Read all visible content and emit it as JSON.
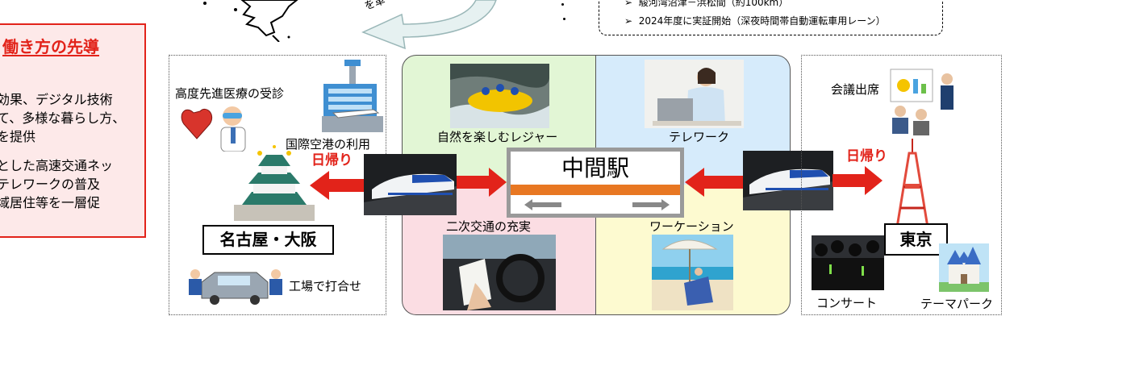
{
  "top": {
    "map_arrow_text": "を革",
    "bullets": [
      "駿河湾沼津－浜松間（約100km）",
      "2024年度に実証開始（深夜時間帯自動運転車用レーン）"
    ]
  },
  "left_panel": {
    "title": "働き方の先導",
    "lines": [
      "効果、デジタル技術",
      "て、多様な暮らし方、",
      "を提供",
      "とした高速交通ネッ",
      "テレワークの普及",
      "域居住等を一層促"
    ]
  },
  "nagoya_osaka": {
    "medical": "高度先進医療の受診",
    "airport": "国際空港の利用",
    "day_trip": "日帰り",
    "city_label": "名古屋・大阪",
    "factory": "工場で打合せ"
  },
  "middle": {
    "leisure": "自然を楽しむレジャー",
    "telework": "テレワーク",
    "secondary_transport": "二次交通の充実",
    "workation": "ワーケーション",
    "station_name": "中間駅"
  },
  "tokyo": {
    "meeting": "会議出席",
    "day_trip": "日帰り",
    "city_label": "東京",
    "concert": "コンサート",
    "theme_park": "テーマパーク"
  },
  "colors": {
    "red": "#e2231a",
    "green_quad": "#e2f6d5",
    "blue_quad": "#d6ebfb",
    "pink_quad": "#fbdde3",
    "yellow_quad": "#fdfad0",
    "station_orange": "#e87722"
  }
}
